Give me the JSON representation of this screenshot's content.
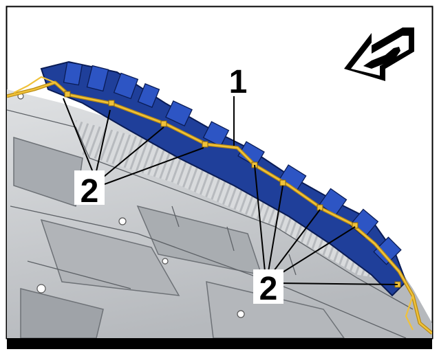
{
  "callouts": {
    "one": "1",
    "two_left": "2",
    "two_right": "2"
  },
  "icons": {
    "direction": "vehicle-forward-arrow-icon"
  },
  "colors": {
    "harness": "#e3b230",
    "bracket": "#1f3f9a",
    "panel": "#c9ccd0",
    "panel_dark": "#8d9196",
    "border": "#000000"
  }
}
